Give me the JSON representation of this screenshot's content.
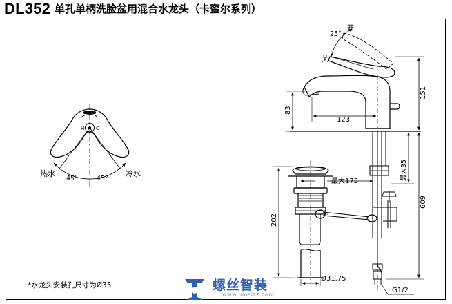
{
  "title": {
    "code": "DL352",
    "name": "单孔单柄洗脸盆用混合水龙头（卡蜜尔系列）"
  },
  "handle_rotation": {
    "angle_open": "25°",
    "label_open": "开",
    "label_close": "关"
  },
  "top_view": {
    "label_hot": "热水",
    "label_cold": "冷水",
    "angle_left": "45°",
    "angle_right": "45°"
  },
  "dimensions": {
    "spout_height": "83",
    "spout_reach": "123",
    "faucet_height": "151",
    "max_thickness_prefix": "最大",
    "max_thickness_value": "175",
    "max_deck": "最大35",
    "drain_length": "202",
    "hose_length": "609",
    "drain_diameter": "Ø31.75",
    "hose_thread": "G1/2"
  },
  "footnote": "*水龙头安装孔尺寸为Ø35",
  "watermark": {
    "text": "螺丝智装",
    "url": "www.luosizz.com",
    "color": "#2f5fb0"
  }
}
